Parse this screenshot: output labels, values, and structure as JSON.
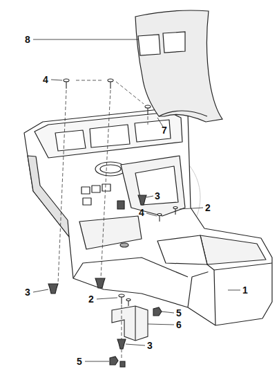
{
  "diagram": {
    "labels": [
      "8",
      "4",
      "7",
      "3",
      "2",
      "4",
      "1",
      "3",
      "2",
      "5",
      "6",
      "3",
      "5"
    ]
  }
}
